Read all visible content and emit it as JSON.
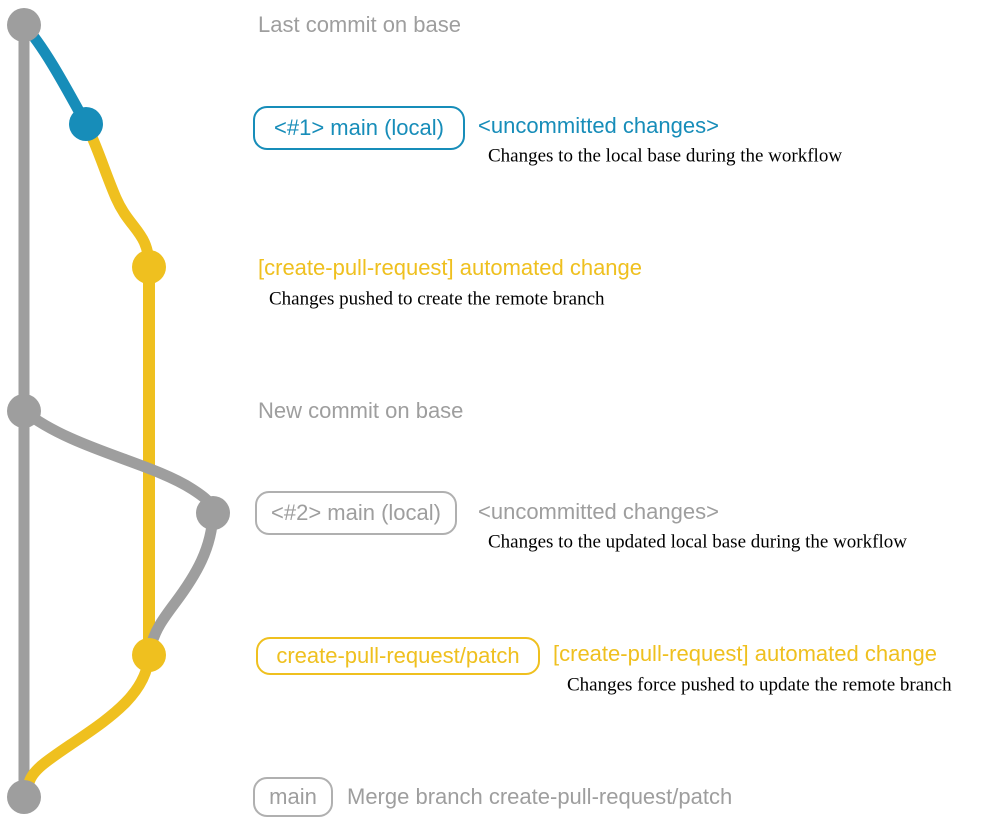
{
  "colors": {
    "base_gray": "#9E9E9E",
    "branch_blue": "#178DB9",
    "branch_yellow": "#EFC01F",
    "box_border_gray": "#B0B0B0",
    "serif_black": "#000000"
  },
  "graph": {
    "branches": [
      {
        "name": "base",
        "color_key": "base_gray"
      },
      {
        "name": "main (local)",
        "color_key": "branch_blue"
      },
      {
        "name": "create-pull-request/patch",
        "color_key": "branch_yellow"
      }
    ],
    "commits": [
      {
        "node": "last-commit-on-base",
        "branch": "base"
      },
      {
        "node": "uncommitted-changes-1",
        "branch": "main (local)"
      },
      {
        "node": "automated-change-1",
        "branch": "create-pull-request/patch"
      },
      {
        "node": "new-commit-on-base",
        "branch": "base"
      },
      {
        "node": "uncommitted-changes-2",
        "branch": "main (local)"
      },
      {
        "node": "automated-change-2",
        "branch": "create-pull-request/patch"
      },
      {
        "node": "merge-commit",
        "branch": "base"
      }
    ]
  },
  "annotations": {
    "last_commit_label": "Last commit on base",
    "badge_main_1": "<#1> main (local)",
    "status_1": "<uncommitted changes>",
    "desc_1": "Changes to the local base during the workflow",
    "commit_msg_1": "[create-pull-request] automated change",
    "desc_2": "Changes pushed to create the remote branch",
    "new_commit_label": "New commit on base",
    "badge_main_2": "<#2> main (local)",
    "status_2": "<uncommitted changes>",
    "desc_3": "Changes to the updated local base during the workflow",
    "badge_patch": "create-pull-request/patch",
    "commit_msg_2": "[create-pull-request] automated change",
    "desc_4": "Changes force pushed to update the remote branch",
    "badge_main_final": "main",
    "merge_msg": "Merge branch create-pull-request/patch"
  }
}
